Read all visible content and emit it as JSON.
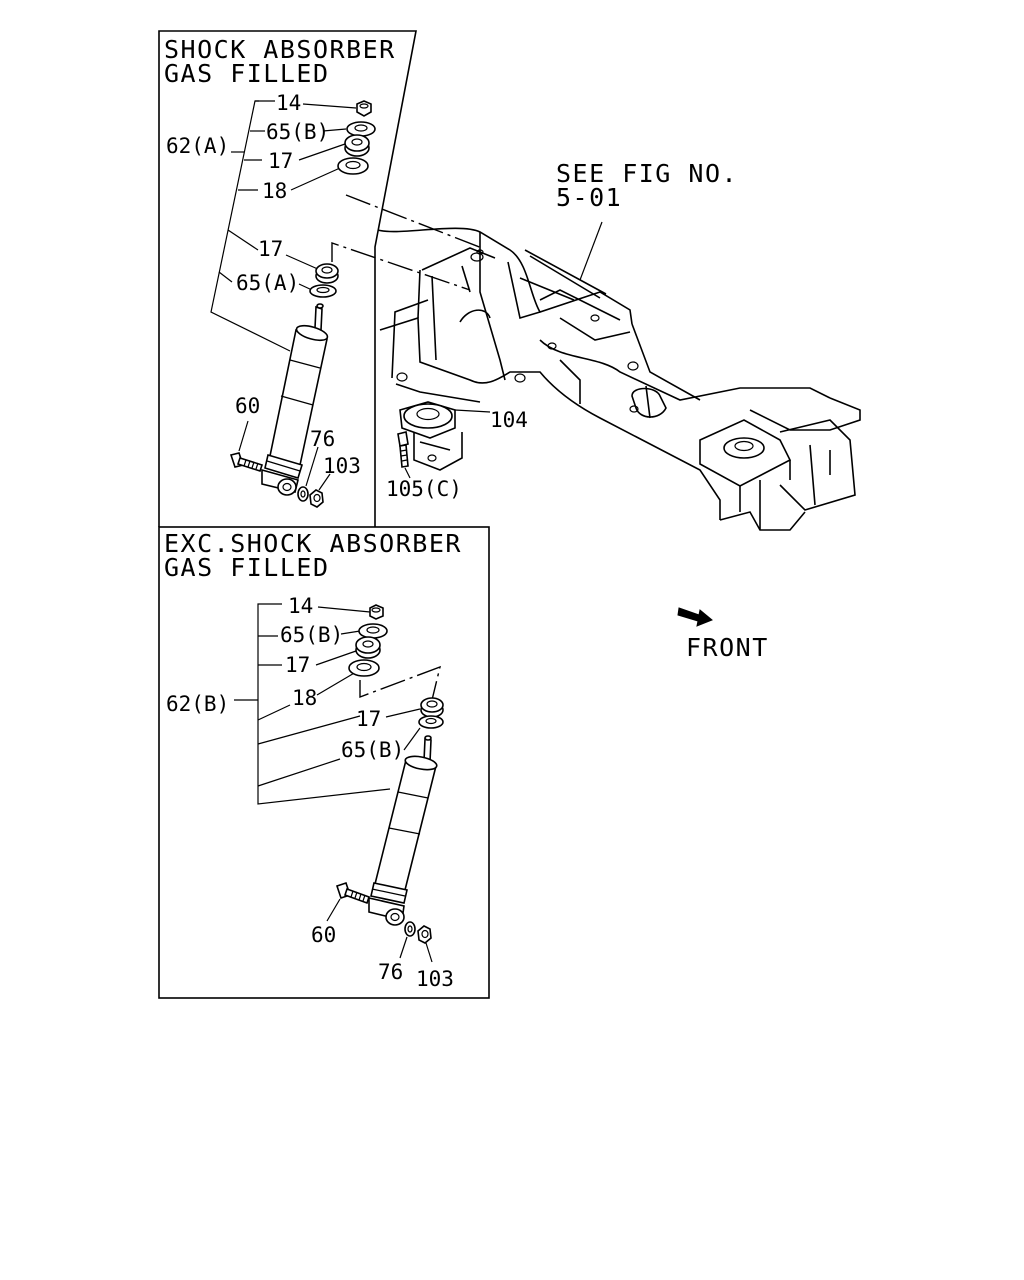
{
  "panel_a": {
    "title_line1": "SHOCK ABSORBER",
    "title_line2": "GAS FILLED",
    "labels": {
      "nut": "14",
      "washer_b": "65(B)",
      "rubber_upper": "17",
      "retainer": "18",
      "rubber_lower": "17",
      "washer_a": "65(A)",
      "assembly": "62(A)",
      "bolt": "60",
      "washer_lower": "76",
      "nut_lower": "103"
    }
  },
  "panel_b": {
    "title_line1": "EXC.SHOCK ABSORBER",
    "title_line2": "GAS FILLED",
    "labels": {
      "nut": "14",
      "washer_b_upper": "65(B)",
      "rubber_upper": "17",
      "retainer": "18",
      "rubber_lower": "17",
      "washer_b_lower": "65(B)",
      "assembly": "62(B)",
      "bolt": "60",
      "washer_lower": "76",
      "nut_lower": "103"
    }
  },
  "frame": {
    "see_fig_line1": "SEE FIG NO.",
    "see_fig_line2": "5-01",
    "bracket_label": "104",
    "bolt_label": "105(C)"
  },
  "front": {
    "label": "FRONT",
    "icon": "front-arrow-icon"
  }
}
